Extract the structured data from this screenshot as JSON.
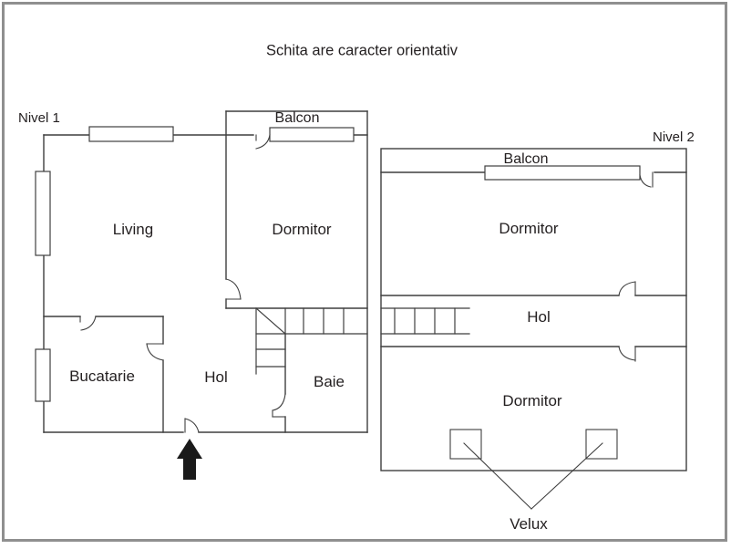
{
  "title": "Schita are caracter orientativ",
  "colors": {
    "wall": "#3f3f3f",
    "frame": "#8f8f8f",
    "arrow": "#1a1a1a",
    "text": "#231f20"
  },
  "nivel1": {
    "label": "Nivel 1",
    "balcon": "Balcon",
    "living": "Living",
    "dormitor": "Dormitor",
    "bucatarie": "Bucatarie",
    "hol": "Hol",
    "baie": "Baie"
  },
  "nivel2": {
    "label": "Nivel 2",
    "balcon": "Balcon",
    "dormitor_sus": "Dormitor",
    "hol": "Hol",
    "dormitor_jos": "Dormitor",
    "velux": "Velux"
  }
}
